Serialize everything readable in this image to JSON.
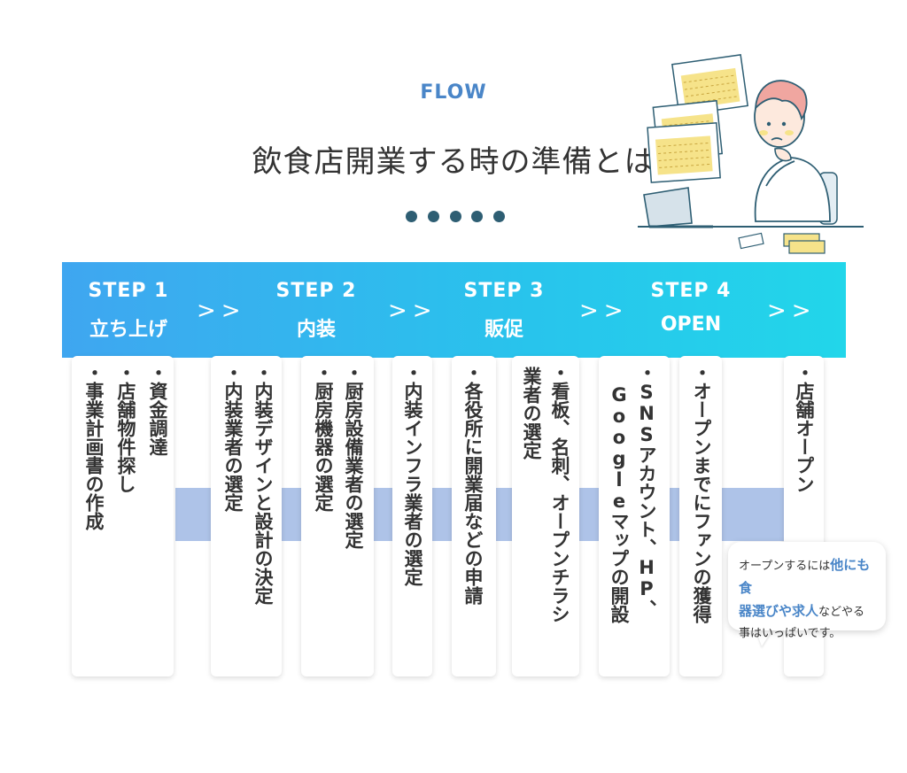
{
  "header": {
    "flow_label": "FLOW",
    "title": "飲食店開業する時の準備とは"
  },
  "steps": [
    {
      "num": "STEP 1",
      "name": "立ち上げ"
    },
    {
      "num": "STEP 2",
      "name": "内装"
    },
    {
      "num": "STEP 3",
      "name": "販促"
    },
    {
      "num": "STEP 4",
      "name": "OPEN"
    }
  ],
  "arrow": ">>",
  "tasks": {
    "s1_a": "・資金調達",
    "s1_b": "・店舗物件探し",
    "s1_c": "・事業計画書の作成",
    "s2_a": "・内装デザインと設計の決定",
    "s2_b": "・内装業者の選定",
    "s2_c": "・厨房設備業者の選定",
    "s2_d": "・厨房機器の選定",
    "s2_e": "・内装インフラ業者の選定",
    "s3_a": "・各役所に開業届などの申請",
    "s3_b": "・看板、名刺、オープンチラシ",
    "s3_c": "業者の選定",
    "s3_d": "・SNSアカウント、HP、",
    "s3_e": "Googleマップの開設",
    "s3_f": "・オープンまでにファンの獲得",
    "s4_a": "・店舗オープン"
  },
  "bubble": {
    "p1": "オープンするには",
    "h1": "他にも食",
    "h2": "器選びや求人",
    "p2": "などやる",
    "p3": "事はいっぱいです。"
  },
  "colors": {
    "accent": "#4a86c8",
    "band_start": "#3fa6f0",
    "band_end": "#22d6ea",
    "stripe": "#aec3e8",
    "dots": "#2e5e73"
  }
}
